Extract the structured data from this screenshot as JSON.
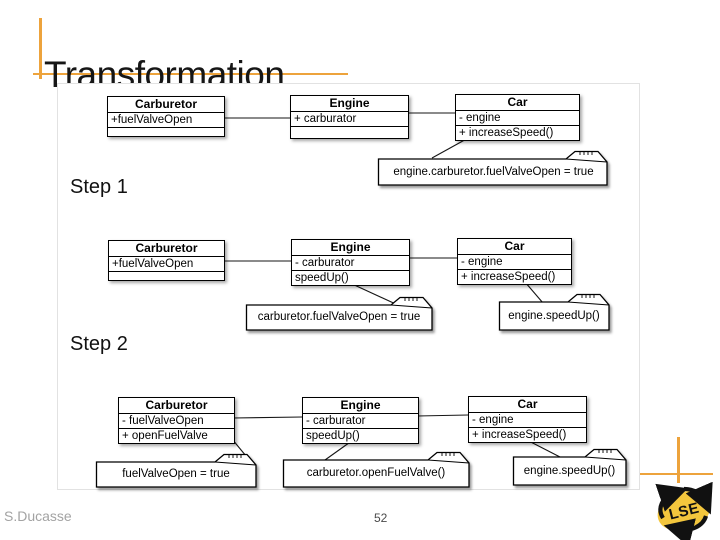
{
  "slide": {
    "title": "Transformation",
    "author": "S.Ducasse",
    "page_number": "52",
    "logo_text": "LSE"
  },
  "labels": {
    "step1": "Step 1",
    "step2": "Step 2"
  },
  "diagram": {
    "steps": [
      {
        "classes": [
          {
            "name": "Carburetor",
            "attributes": "+fuelValveOpen",
            "methods": ""
          },
          {
            "name": "Engine",
            "attributes": "+ carburator",
            "methods": ""
          },
          {
            "name": "Car",
            "attributes": "- engine",
            "methods": "+ increaseSpeed()"
          }
        ],
        "notes": [
          "engine.carburetor.fuelValveOpen = true"
        ]
      },
      {
        "classes": [
          {
            "name": "Carburetor",
            "attributes": "+fuelValveOpen",
            "methods": ""
          },
          {
            "name": "Engine",
            "attributes": "- carburator",
            "methods": "speedUp()"
          },
          {
            "name": "Car",
            "attributes": "- engine",
            "methods": "+ increaseSpeed()"
          }
        ],
        "notes": [
          "carburetor.fuelValveOpen = true",
          "engine.speedUp()"
        ]
      },
      {
        "classes": [
          {
            "name": "Carburetor",
            "attributes": "- fuelValveOpen",
            "methods": "+ openFuelValve"
          },
          {
            "name": "Engine",
            "attributes": "- carburator",
            "methods": "speedUp()"
          },
          {
            "name": "Car",
            "attributes": "- engine",
            "methods": "+ increaseSpeed()"
          }
        ],
        "notes": [
          "fuelValveOpen = true",
          "carburetor.openFuelValve()",
          "engine.speedUp()"
        ]
      }
    ]
  },
  "colors": {
    "accent_orange": "#EDA33C",
    "logo_yellow": "#F3C63D",
    "title_text": "#161616",
    "footer_text": "#a3a3a3"
  }
}
